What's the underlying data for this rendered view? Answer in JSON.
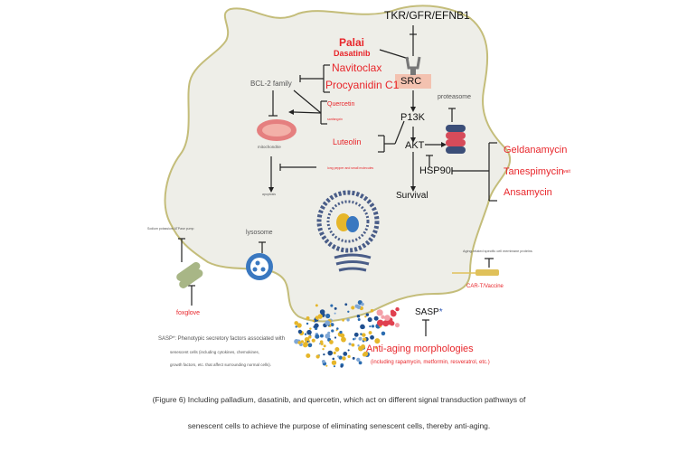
{
  "labels": {
    "receptor": "TKR/GFR/EFNB1",
    "palai": "Palai",
    "dasatinib": "Dasatinib",
    "navitoclax": "Navitoclax",
    "procyanidin": "Procyanidin C1",
    "src": "SRC",
    "bcl2": "BCL-2 family",
    "quercetin": "Quercetin",
    "quercetin_sub": "sanfangxin",
    "proteasome": "proteasome",
    "p13k": "P13K",
    "mitochondria": "mitochondrie",
    "luteolin": "Luteolin",
    "akt": "AKT",
    "long_pepper": "long pepper and small molecules",
    "hsp90": "HSP90",
    "geldanamycin": "Geldanamycin",
    "tanespimycin": "Tanespimycin",
    "wait": "wait",
    "ansamycin": "Ansamycin",
    "apoptosis": "apoptosis",
    "survival": "Survival",
    "pump": "Sodium potassium ATPase pump",
    "lysosome": "lysosome",
    "membrane_proteins": "Aging-related specific cell membrane proteins",
    "car_t": "CAR-T/Vaccine",
    "foxglove": "foxglove",
    "sasp": "SASP",
    "sasp_star": "*",
    "sasp_note_1": "SASP*: Phenotypic secretory factors associated with",
    "sasp_note_2": "senescent cells (including cytokines, chemokines,",
    "sasp_note_3": "growth factors, etc. that affect surrounding normal cells).",
    "anti_aging": "Anti-aging morphologies",
    "anti_aging_sub": "(including rapamycin, metformin, resveratrol, etc.)"
  },
  "caption": {
    "line1": "(Figure 6) Including palladium, dasatinib, and quercetin, which act on different signal transduction pathways of",
    "line2": "senescent cells to achieve the purpose of eliminating senescent cells, thereby anti-aging."
  },
  "colors": {
    "cell_fill": "#eeeee8",
    "cell_outline": "#c4bd7a",
    "drug_red": "#e8262b",
    "src_box": "#f3c2b0",
    "lysosome": "#3a78c0",
    "pump": "#a8b686",
    "car": "#e0c15a"
  }
}
